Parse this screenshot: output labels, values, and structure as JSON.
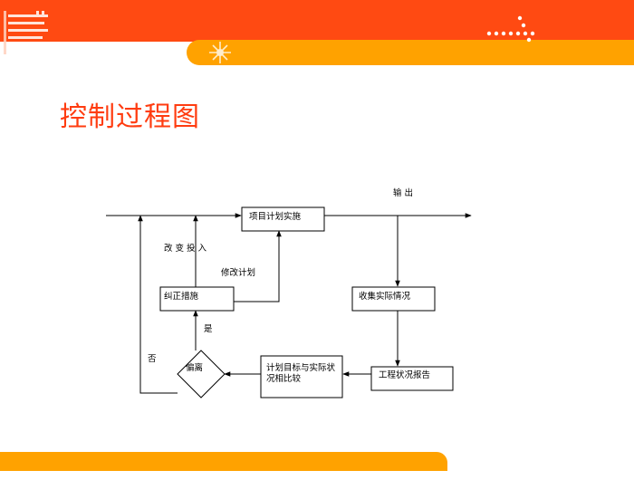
{
  "slide": {
    "title": "控制过程图"
  },
  "diagram": {
    "nodes": {
      "implement": "项目计划实施",
      "collect": "收集实际情况",
      "report": "工程状况报告",
      "compare_line1": "计划目标与实际状",
      "compare_line2": "况相比较",
      "deviation": "偏离",
      "correct": "纠正措施"
    },
    "labels": {
      "output": "输 出",
      "change_input": "改 变 投 入",
      "modify_plan": "修改计划",
      "yes": "是",
      "no": "否"
    }
  },
  "colors": {
    "header_red": "#ff4a12",
    "header_orange": "#ffa200",
    "title_red": "#ff3c10",
    "line": "#000000"
  }
}
